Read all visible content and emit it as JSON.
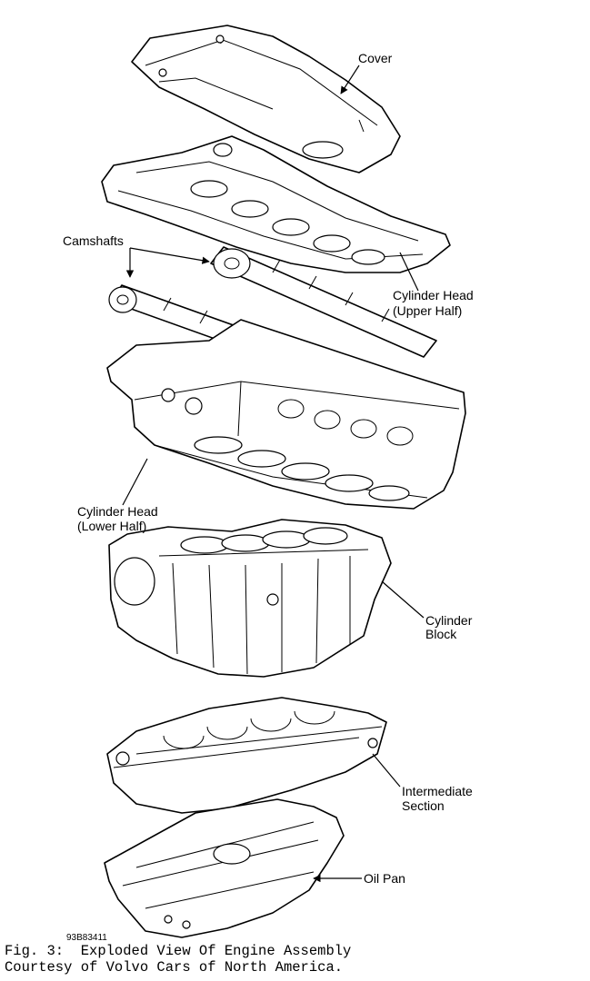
{
  "labels": {
    "cover": "Cover",
    "camshafts": "Camshafts",
    "head_upper_l1": "Cylinder Head",
    "head_upper_l2": "(Upper Half)",
    "head_lower_l1": "Cylinder Head",
    "head_lower_l2": "(Lower Half)",
    "block_l1": "Cylinder",
    "block_l2": "Block",
    "intermediate_l1": "Intermediate",
    "intermediate_l2": "Section",
    "oil_pan": "Oil Pan"
  },
  "figure": {
    "code": "93B83411",
    "caption_line1": "Fig. 3:  Exploded View Of Engine Assembly",
    "caption_line2": "Courtesy of Volvo Cars of North America."
  },
  "colors": {
    "ink": "#000000",
    "paper": "#ffffff"
  }
}
